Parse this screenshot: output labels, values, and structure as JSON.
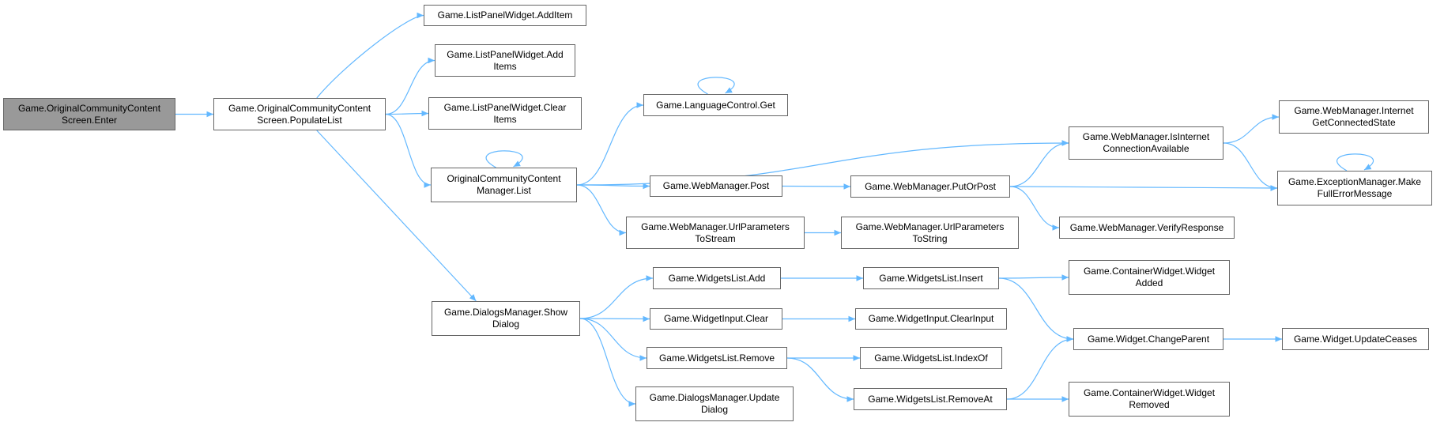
{
  "colors": {
    "edge": "#63b8ff",
    "node_border": "#666666",
    "root_fill": "#999999"
  },
  "nodes": [
    {
      "id": "n_enter",
      "label": "Game.OriginalCommunityContent\nScreen.Enter",
      "root": true
    },
    {
      "id": "n_populate",
      "label": "Game.OriginalCommunityContent\nScreen.PopulateList"
    },
    {
      "id": "n_additem",
      "label": "Game.ListPanelWidget.AddItem"
    },
    {
      "id": "n_additems",
      "label": "Game.ListPanelWidget.Add\nItems"
    },
    {
      "id": "n_clearitems",
      "label": "Game.ListPanelWidget.Clear\nItems"
    },
    {
      "id": "n_occlist",
      "label": "OriginalCommunityContent\nManager.List"
    },
    {
      "id": "n_showdialog",
      "label": "Game.DialogsManager.Show\nDialog"
    },
    {
      "id": "n_langget",
      "label": "Game.LanguageControl.Get"
    },
    {
      "id": "n_wmpost",
      "label": "Game.WebManager.Post"
    },
    {
      "id": "n_wmurlstream",
      "label": "Game.WebManager.UrlParameters\nToStream"
    },
    {
      "id": "n_wladd",
      "label": "Game.WidgetsList.Add"
    },
    {
      "id": "n_wiclear",
      "label": "Game.WidgetInput.Clear"
    },
    {
      "id": "n_wlremove",
      "label": "Game.WidgetsList.Remove"
    },
    {
      "id": "n_dmupdate",
      "label": "Game.DialogsManager.Update\nDialog"
    },
    {
      "id": "n_wmputorpost",
      "label": "Game.WebManager.PutOrPost"
    },
    {
      "id": "n_wmurlstring",
      "label": "Game.WebManager.UrlParameters\nToString"
    },
    {
      "id": "n_wlinsert",
      "label": "Game.WidgetsList.Insert"
    },
    {
      "id": "n_wiclearinput",
      "label": "Game.WidgetInput.ClearInput"
    },
    {
      "id": "n_wlindexof",
      "label": "Game.WidgetsList.IndexOf"
    },
    {
      "id": "n_wlremoveat",
      "label": "Game.WidgetsList.RemoveAt"
    },
    {
      "id": "n_wminternetavail",
      "label": "Game.WebManager.IsInternet\nConnectionAvailable"
    },
    {
      "id": "n_wmverify",
      "label": "Game.WebManager.VerifyResponse"
    },
    {
      "id": "n_cwadded",
      "label": "Game.ContainerWidget.Widget\nAdded"
    },
    {
      "id": "n_wchangeparent",
      "label": "Game.Widget.ChangeParent"
    },
    {
      "id": "n_cwremoved",
      "label": "Game.ContainerWidget.Widget\nRemoved"
    },
    {
      "id": "n_wminternetstate",
      "label": "Game.WebManager.Internet\nGetConnectedState"
    },
    {
      "id": "n_emfullerror",
      "label": "Game.ExceptionManager.Make\nFullErrorMessage"
    },
    {
      "id": "n_wupdateceases",
      "label": "Game.Widget.UpdateCeases"
    }
  ],
  "edges": [
    [
      "n_enter",
      "n_populate"
    ],
    [
      "n_populate",
      "n_additem"
    ],
    [
      "n_populate",
      "n_additems"
    ],
    [
      "n_populate",
      "n_clearitems"
    ],
    [
      "n_populate",
      "n_occlist"
    ],
    [
      "n_populate",
      "n_showdialog"
    ],
    [
      "n_occlist",
      "n_occlist"
    ],
    [
      "n_occlist",
      "n_langget"
    ],
    [
      "n_occlist",
      "n_wminternetavail"
    ],
    [
      "n_occlist",
      "n_wmpost"
    ],
    [
      "n_occlist",
      "n_wmurlstream"
    ],
    [
      "n_langget",
      "n_langget"
    ],
    [
      "n_wmpost",
      "n_wmputorpost"
    ],
    [
      "n_wmurlstream",
      "n_wmurlstring"
    ],
    [
      "n_wmputorpost",
      "n_wminternetavail"
    ],
    [
      "n_wmputorpost",
      "n_emfullerror"
    ],
    [
      "n_wmputorpost",
      "n_wmverify"
    ],
    [
      "n_wminternetavail",
      "n_wminternetstate"
    ],
    [
      "n_wminternetavail",
      "n_emfullerror"
    ],
    [
      "n_emfullerror",
      "n_emfullerror"
    ],
    [
      "n_showdialog",
      "n_wladd"
    ],
    [
      "n_showdialog",
      "n_wiclear"
    ],
    [
      "n_showdialog",
      "n_wlremove"
    ],
    [
      "n_showdialog",
      "n_dmupdate"
    ],
    [
      "n_wladd",
      "n_wlinsert"
    ],
    [
      "n_wiclear",
      "n_wiclearinput"
    ],
    [
      "n_wlremove",
      "n_wlindexof"
    ],
    [
      "n_wlremove",
      "n_wlremoveat"
    ],
    [
      "n_wlinsert",
      "n_cwadded"
    ],
    [
      "n_wlinsert",
      "n_wchangeparent"
    ],
    [
      "n_wlremoveat",
      "n_wchangeparent"
    ],
    [
      "n_wlremoveat",
      "n_cwremoved"
    ],
    [
      "n_wchangeparent",
      "n_wupdateceases"
    ]
  ]
}
